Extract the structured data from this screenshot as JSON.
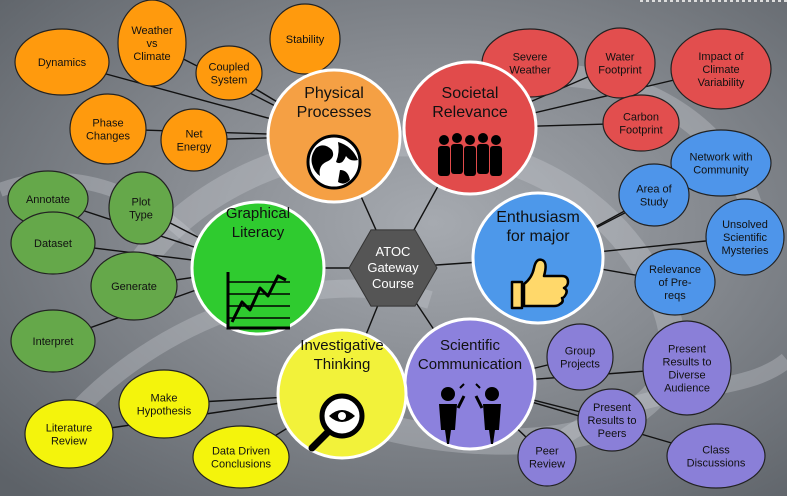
{
  "center": {
    "lines": [
      "ATOC",
      "Gateway",
      "Course"
    ],
    "color": "#555555"
  },
  "hubs": {
    "physical": {
      "lines": [
        "Physical",
        "Processes"
      ],
      "color": "#f5a044",
      "icon": "globe-icon"
    },
    "societal": {
      "lines": [
        "Societal",
        "Relevance"
      ],
      "color": "#e14b4b",
      "icon": "crowd-icon"
    },
    "enthusiasm": {
      "lines": [
        "Enthusiasm",
        "for major"
      ],
      "color": "#4d98ea",
      "icon": "thumbs-up-icon"
    },
    "scientific": {
      "lines": [
        "Scientific",
        "Communication"
      ],
      "color": "#8c81dd",
      "icon": "two-people-talking-icon"
    },
    "investigative": {
      "lines": [
        "Investigative",
        "Thinking"
      ],
      "color": "#f2f23a",
      "icon": "magnifier-eye-icon"
    },
    "graphical": {
      "lines": [
        "Graphical",
        "Literacy"
      ],
      "color": "#2fcb2f",
      "icon": "line-chart-icon"
    }
  },
  "leaves": {
    "physical": {
      "color": "#ff9a0d",
      "items": [
        {
          "lines": [
            "Dynamics"
          ]
        },
        {
          "lines": [
            "Weather",
            "vs",
            "Climate"
          ]
        },
        {
          "lines": [
            "Coupled",
            "System"
          ]
        },
        {
          "lines": [
            "Stability"
          ]
        },
        {
          "lines": [
            "Phase",
            "Changes"
          ]
        },
        {
          "lines": [
            "Net",
            "Energy"
          ]
        }
      ]
    },
    "societal": {
      "color": "#e24e4e",
      "items": [
        {
          "lines": [
            "Severe",
            "Weather"
          ]
        },
        {
          "lines": [
            "Water",
            "Footprint"
          ]
        },
        {
          "lines": [
            "Impact of",
            "Climate",
            "Variability"
          ]
        },
        {
          "lines": [
            "Carbon",
            "Footprint"
          ]
        }
      ]
    },
    "enthusiasm": {
      "color": "#4e95ea",
      "items": [
        {
          "lines": [
            "Network with",
            "Community"
          ]
        },
        {
          "lines": [
            "Area of",
            "Study"
          ]
        },
        {
          "lines": [
            "Unsolved",
            "Scientific",
            "Mysteries"
          ]
        },
        {
          "lines": [
            "Relevance",
            "of Pre-",
            "reqs"
          ]
        }
      ]
    },
    "scientific": {
      "color": "#8a7fd8",
      "items": [
        {
          "lines": [
            "Group",
            "Projects"
          ]
        },
        {
          "lines": [
            "Present",
            "Results to",
            "Diverse",
            "Audience"
          ]
        },
        {
          "lines": [
            "Present",
            "Results to",
            "Peers"
          ]
        },
        {
          "lines": [
            "Peer",
            "Review"
          ]
        },
        {
          "lines": [
            "Class",
            "Discussions"
          ]
        }
      ]
    },
    "investigative": {
      "color": "#f4f40c",
      "items": [
        {
          "lines": [
            "Make",
            "Hypothesis"
          ]
        },
        {
          "lines": [
            "Literature",
            "Review"
          ]
        },
        {
          "lines": [
            "Data Driven",
            "Conclusions"
          ]
        }
      ]
    },
    "graphical": {
      "color": "#65a84a",
      "items": [
        {
          "lines": [
            "Annotate"
          ]
        },
        {
          "lines": [
            "Plot",
            "Type"
          ]
        },
        {
          "lines": [
            "Dataset"
          ]
        },
        {
          "lines": [
            "Generate"
          ]
        },
        {
          "lines": [
            "Interpret"
          ]
        }
      ]
    }
  }
}
